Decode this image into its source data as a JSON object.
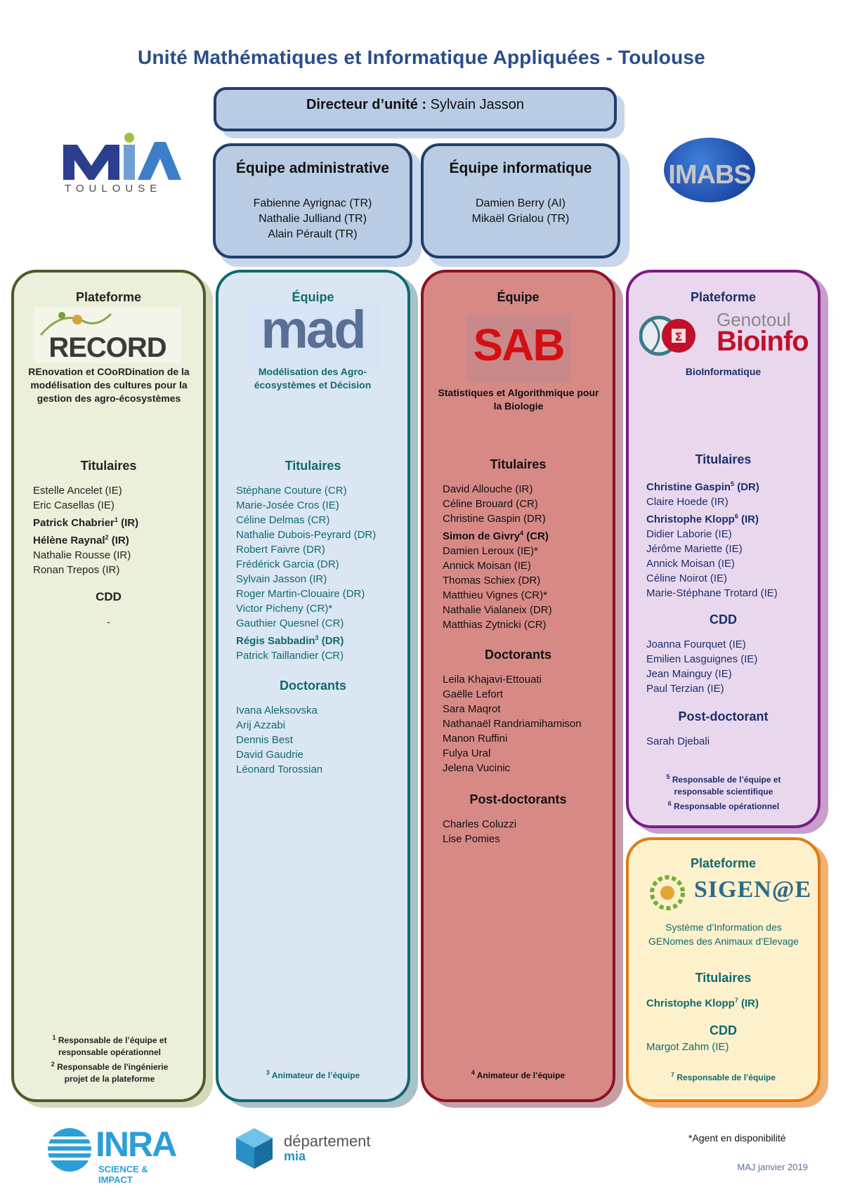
{
  "title": "Unité  Mathématiques et Informatique Appliquées - Toulouse",
  "director": {
    "label": "Directeur d’unité :",
    "name": " Sylvain Jasson"
  },
  "admin": {
    "title": "Équipe administrative",
    "members": [
      "Fabienne Ayrignac (TR)",
      "Nathalie Julliand (TR)",
      "Alain Pérault (TR)"
    ]
  },
  "info": {
    "title": "Équipe informatique",
    "members": [
      "Damien Berry (AI)",
      "Mikaël Grialou (TR)"
    ]
  },
  "logos": {
    "mia": "MIA",
    "mia_sub": "TOULOUSE",
    "imabs": "IMABS",
    "inra": "INRA",
    "inra_sub": "SCIENCE & IMPACT",
    "dept": "département",
    "dept_sub": "mia"
  },
  "record": {
    "head": "Plateforme",
    "logo": "RECORD",
    "sub": "REnovation et COoRDination de la modélisation des cultures pour la gestion des agro-écosystèmes",
    "titulaires_label": "Titulaires",
    "titulaires": [
      {
        "name": "Estelle Ancelet (IE)",
        "bold": false
      },
      {
        "name": "Eric Casellas (IE)",
        "bold": false
      },
      {
        "name": "Patrick Chabrier",
        "sup": "1",
        "after": " (IR)",
        "bold": true
      },
      {
        "name": "Hélène Raynal",
        "sup": "2",
        "after": " (IR)",
        "bold": true
      },
      {
        "name": "Nathalie Rousse (IR)",
        "bold": false
      },
      {
        "name": "Ronan Trepos (IR)",
        "bold": false
      }
    ],
    "cdd_label": "CDD",
    "cdd": "-",
    "note1": "Responsable de l’équipe et responsable opérationnel",
    "note2": "Responsable de l'ingénierie projet de la plateforme"
  },
  "mad": {
    "head": "Équipe",
    "logo": "mad",
    "sub": "Modélisation des Agro-écosystèmes et Décision",
    "titulaires_label": "Titulaires",
    "titulaires": [
      {
        "name": "Stéphane Couture (CR)",
        "bold": false
      },
      {
        "name": "Marie-Josée Cros (IE)",
        "bold": false
      },
      {
        "name": "Céline Delmas (CR)",
        "bold": false
      },
      {
        "name": "Nathalie Dubois-Peyrard (DR)",
        "bold": false
      },
      {
        "name": "Robert Faivre (DR)",
        "bold": false
      },
      {
        "name": "Frédérick Garcia (DR)",
        "bold": false
      },
      {
        "name": "Sylvain Jasson (IR)",
        "bold": false
      },
      {
        "name": "Roger Martin-Clouaire (DR)",
        "bold": false
      },
      {
        "name": "Victor Picheny (CR)*",
        "bold": false
      },
      {
        "name": "Gauthier Quesnel (CR)",
        "bold": false
      },
      {
        "name": "Régis Sabbadin",
        "sup": "3",
        "after": " (DR)",
        "bold": true
      },
      {
        "name": "Patrick Taillandier (CR)",
        "bold": false
      }
    ],
    "doct_label": "Doctorants",
    "doctorants": [
      "Ivana Aleksovska",
      "Arij Azzabi",
      "Dennis Best",
      "David Gaudrie",
      "Léonard Torossian"
    ],
    "note": "Animateur de l’équipe"
  },
  "sab": {
    "head": "Équipe",
    "logo": "SAB",
    "sub": "Statistiques et Algorithmique pour la Biologie",
    "titulaires_label": "Titulaires",
    "titulaires": [
      {
        "name": "David Allouche (IR)",
        "bold": false
      },
      {
        "name": "Céline Brouard (CR)",
        "bold": false
      },
      {
        "name": "Christine Gaspin (DR)",
        "bold": false
      },
      {
        "name": "Simon de Givry",
        "sup": "4",
        "after": " (CR)",
        "bold": true
      },
      {
        "name": "Damien Leroux (IE)*",
        "bold": false
      },
      {
        "name": "Annick Moisan (IE)",
        "bold": false
      },
      {
        "name": "Thomas Schiex (DR)",
        "bold": false
      },
      {
        "name": "Matthieu Vignes (CR)*",
        "bold": false
      },
      {
        "name": "Nathalie Vialaneix (DR)",
        "bold": false
      },
      {
        "name": "Matthias Zytnicki (CR)",
        "bold": false
      }
    ],
    "doct_label": "Doctorants",
    "doctorants": [
      "Leila Khajavi-Ettouati",
      "Gaëlle Lefort",
      "Sara Maqrot",
      "Nathanaël Randriamihamison",
      "Manon Ruffini",
      "Fulya Ural",
      "Jelena Vucinic"
    ],
    "post_label": "Post-doctorants",
    "postdoc": [
      "Charles Coluzzi",
      "Lise Pomies"
    ],
    "note": "Animateur de l’équipe"
  },
  "bioinfo": {
    "head": "Plateforme",
    "logo_top": "Genotoul",
    "logo_main": "Bioinfo",
    "sub": "BioInformatique",
    "titulaires_label": "Titulaires",
    "titulaires": [
      {
        "name": "Christine Gaspin",
        "sup": "5",
        "after": " (DR)",
        "bold": true
      },
      {
        "name": "Claire Hoede (IR)",
        "bold": false
      },
      {
        "name": "Christophe Klopp",
        "sup": "6",
        "after": " (IR)",
        "bold": true
      },
      {
        "name": "Didier Laborie (IE)",
        "bold": false
      },
      {
        "name": "Jérôme Mariette (IE)",
        "bold": false
      },
      {
        "name": "Annick Moisan (IE)",
        "bold": false
      },
      {
        "name": "Céline Noirot (IE)",
        "bold": false
      },
      {
        "name": "Marie-Stéphane Trotard (IE)",
        "bold": false
      }
    ],
    "cdd_label": "CDD",
    "cdd": [
      "Joanna Fourquet (IE)",
      "Emilien Lasguignes (IE)",
      "Jean Mainguy (IE)",
      "Paul Terzian (IE)"
    ],
    "post_label": "Post-doctorant",
    "postdoc": [
      "Sarah Djebali"
    ],
    "note1": "Responsable de l’équipe et responsable scientifique",
    "note2": "Responsable opérationnel"
  },
  "sigenae": {
    "head": "Plateforme",
    "logo": "SIGEN@E",
    "sub": "Système d’Information des GENomes des Animaux d’Elevage",
    "titulaires_label": "Titulaires",
    "titulaire": {
      "name": "Christophe Klopp",
      "sup": "7",
      "after": " (IR)"
    },
    "cdd_label": "CDD",
    "cdd": "Margot Zahm (IE)",
    "note": "Responsable de l’équipe"
  },
  "footer": {
    "agent": "Agent en disponibilité",
    "maj": "MAJ janvier 2019"
  },
  "colors": {
    "title": "#2a4d8a",
    "record": "#ebf0da",
    "mad": "#dbe6f3",
    "sab": "#d78986",
    "bioinfo": "#e9d7ee",
    "sigenae": "#fdf1cc"
  }
}
